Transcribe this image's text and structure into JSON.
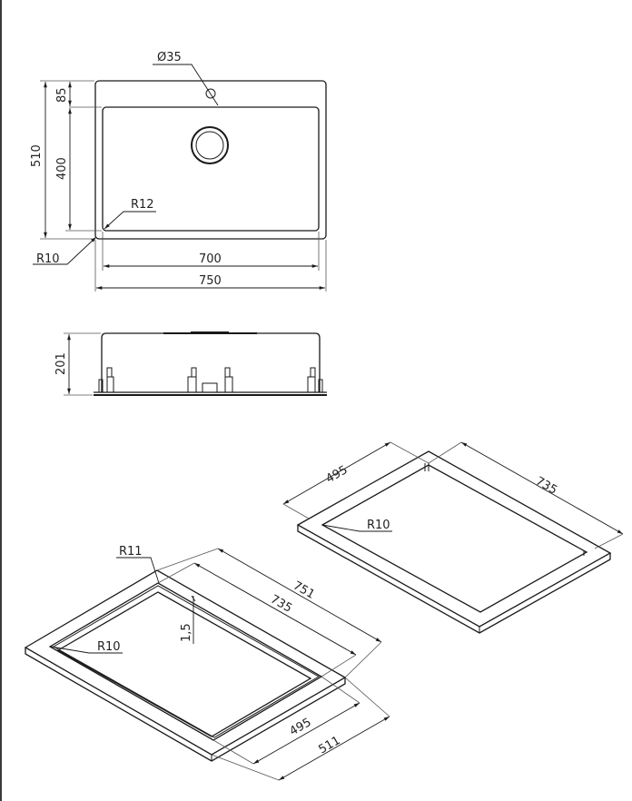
{
  "drawing": {
    "type": "sink technical drawing",
    "line_color": "#1a1a1a",
    "background": "#ffffff"
  },
  "top_view": {
    "tap_hole": "Ø35",
    "height_overall": "510",
    "rim_depth": "85",
    "bowl_height": "400",
    "bowl_corner_radius": "R12",
    "outer_corner_radius": "R10",
    "bowl_width": "700",
    "overall_width": "750"
  },
  "side_view": {
    "depth": "201"
  },
  "iso_frame_right": {
    "width": "495",
    "length": "735",
    "corner_radius": "R10"
  },
  "iso_frame_left": {
    "corner_radius_outer": "R11",
    "corner_radius_inner": "R10",
    "thickness": "1,5",
    "outer_length": "751",
    "inner_length": "735",
    "inner_width": "495",
    "outer_width": "511"
  }
}
